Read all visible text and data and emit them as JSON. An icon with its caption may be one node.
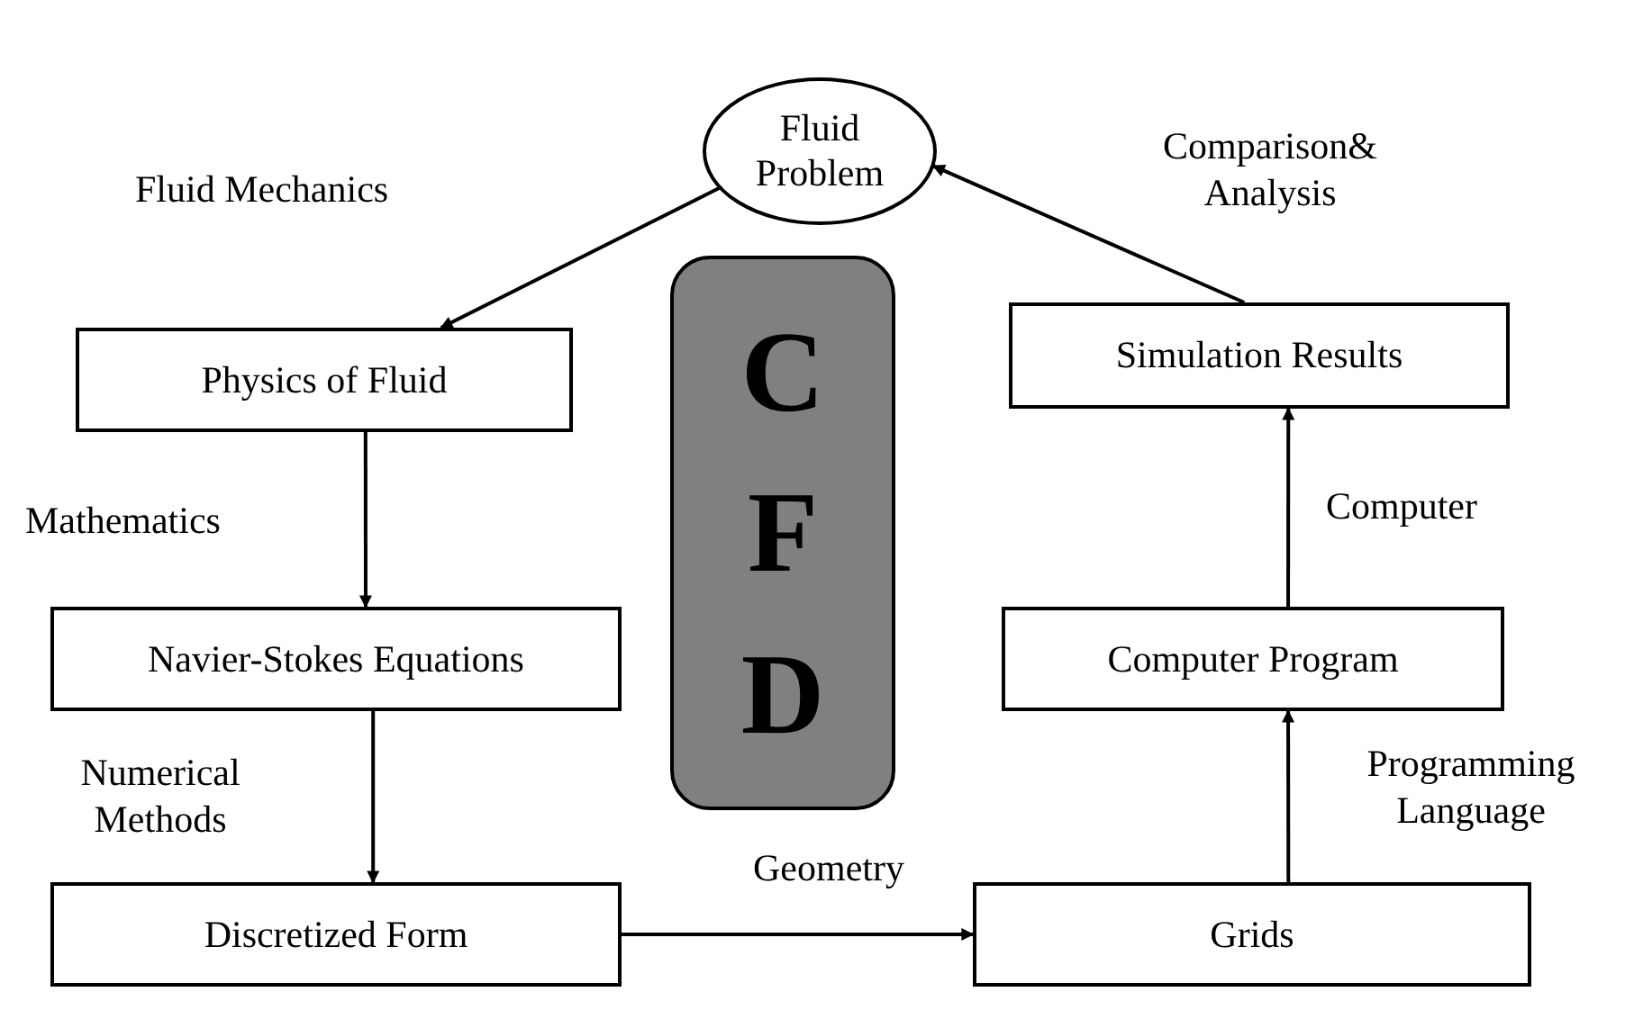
{
  "diagram": {
    "nodes": [
      {
        "text": [
          "Fluid Problem"
        ]
      },
      {
        "text": [
          "Physics of Fluid"
        ]
      },
      {
        "text": [
          "Navier-Stokes Equations"
        ]
      },
      {
        "text": [
          "Discretized  Form"
        ]
      },
      {
        "text": [
          "CFD"
        ]
      },
      {
        "text": [
          "Grids"
        ]
      },
      {
        "text": [
          "Computer Program"
        ]
      },
      {
        "text": [
          "Simulation Results"
        ]
      }
    ],
    "edges": [
      {
        "from": 0,
        "to": 1,
        "arrow": "to",
        "label": "Fluid Mechanics"
      },
      {
        "from": 1,
        "to": 2,
        "arrow": "to",
        "label": "Mathematics"
      },
      {
        "from": 2,
        "to": 3,
        "arrow": "to",
        "label": "Numerical Methods"
      },
      {
        "from": 3,
        "to": 5,
        "arrow": "to",
        "label": "Geometry"
      },
      {
        "from": 5,
        "to": 6,
        "arrow": "to",
        "label": "Programming Language"
      },
      {
        "from": 6,
        "to": 7,
        "arrow": "to",
        "label": "Computer"
      },
      {
        "from": 7,
        "to": 0,
        "arrow": "to",
        "label": "Comparison& Analysis"
      }
    ]
  }
}
